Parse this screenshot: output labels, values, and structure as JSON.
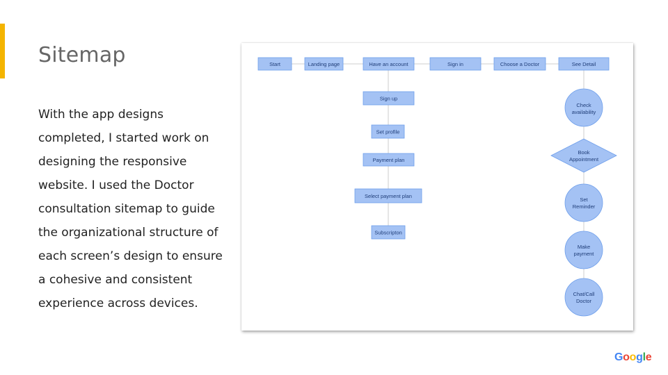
{
  "slide": {
    "title": "Sitemap",
    "body": "With the app designs completed, I started work on designing the responsive website. I used the Doctor consultation sitemap to guide the organizational structure of each screen’s design to ensure a cohesive and consistent experience across devices.",
    "accent_color": "#f4b400"
  },
  "diagram": {
    "node_fill": "#a4c2f4",
    "node_stroke": "#6d9eeb",
    "edge_color": "#cccccc",
    "nodes": {
      "start": "Start",
      "landing": "Landing page",
      "have_account": "Have an account",
      "sign_in": "Sign in",
      "choose_doctor": "Choose a Doctor",
      "see_detail": "See Detail",
      "sign_up": "Sign up",
      "set_profile": "Set profile",
      "payment_plan": "Payment plan",
      "select_payment_plan": "Select payment plan",
      "subscription": "Subscripton",
      "check_availability": [
        "Check",
        "availability"
      ],
      "book_appointment": [
        "Book",
        "Appointment"
      ],
      "set_reminder": [
        "Set",
        "Reminder"
      ],
      "make_payment": [
        "Make",
        "payment"
      ],
      "chat_call": [
        "Chat/Call",
        "Doctor"
      ]
    }
  },
  "logo": {
    "text": "Google",
    "letter_colors": [
      "#4285f4",
      "#ea4335",
      "#fbbc05",
      "#4285f4",
      "#34a853",
      "#ea4335"
    ]
  }
}
